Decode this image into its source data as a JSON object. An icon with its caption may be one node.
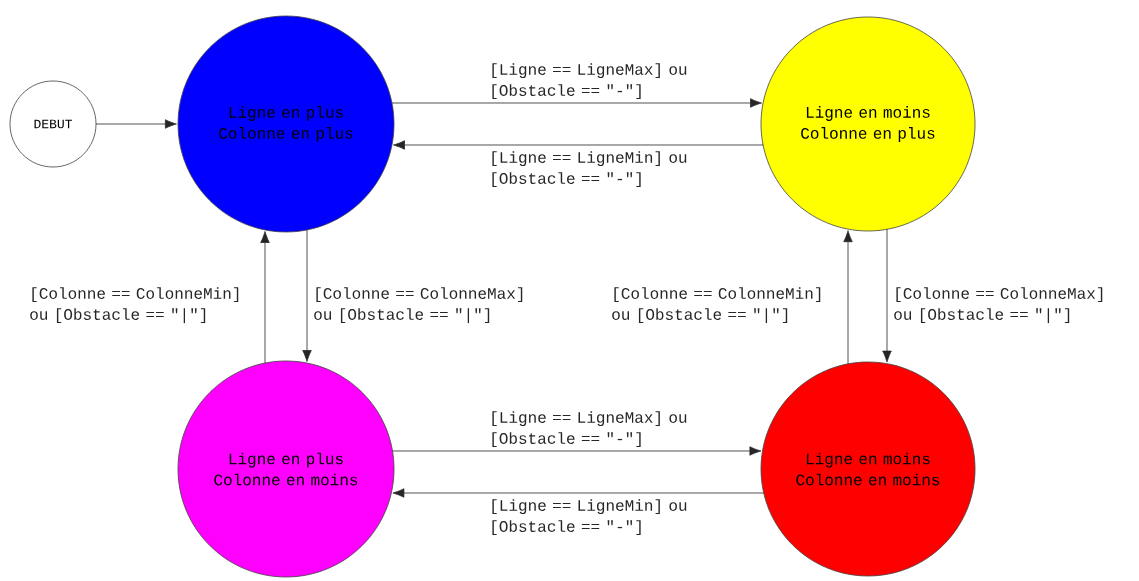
{
  "diagram": {
    "nodes": [
      {
        "text": [
          "DEBUT"
        ]
      },
      {
        "text": [
          "Ligne en plus Colonne en plus"
        ]
      },
      {
        "text": [
          "Ligne en moins Colonne en plus"
        ]
      },
      {
        "text": [
          "Ligne en plus Colonne en moins"
        ]
      },
      {
        "text": [
          "Ligne en moins Colonne en moins"
        ]
      }
    ],
    "edges": [
      {
        "from": 0,
        "to": 1,
        "arrow": "to"
      },
      {
        "from": 1,
        "to": 2,
        "arrow": "to",
        "label": "[Ligne == LigneMax] ou [Obstacle == \"-\"]"
      },
      {
        "from": 2,
        "to": 1,
        "arrow": "to",
        "label": "[Ligne == LigneMin] ou [Obstacle == \"-\"]"
      },
      {
        "from": 3,
        "to": 1,
        "arrow": "to",
        "label": "[Colonne == ColonneMin] ou [Obstacle == \"|\"]"
      },
      {
        "from": 1,
        "to": 3,
        "arrow": "to",
        "label": "[Colonne == ColonneMax] ou [Obstacle == \"|\"]"
      },
      {
        "from": 4,
        "to": 2,
        "arrow": "to",
        "label": "[Colonne == ColonneMin] ou [Obstacle == \"|\"]"
      },
      {
        "from": 2,
        "to": 4,
        "arrow": "to",
        "label": "[Colonne == ColonneMax] ou [Obstacle == \"|\"]"
      },
      {
        "from": 3,
        "to": 4,
        "arrow": "to",
        "label": "[Ligne == LigneMax] ou [Obstacle == \"-\"]"
      },
      {
        "from": 4,
        "to": 3,
        "arrow": "to",
        "label": "[Ligne == LigneMin] ou [Obstacle == \"-\"]"
      }
    ]
  }
}
